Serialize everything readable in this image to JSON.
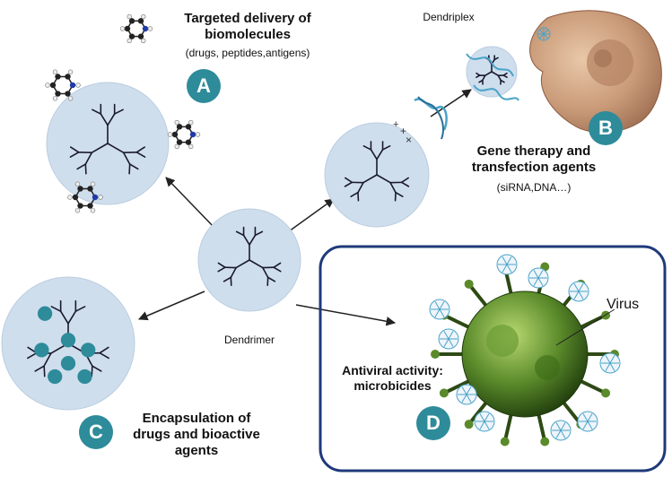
{
  "sections": {
    "a": {
      "badge": "A",
      "title_line1": "Targeted delivery of",
      "title_line2": "biomolecules",
      "subtitle": "(drugs, peptides,antigens)"
    },
    "b": {
      "badge": "B",
      "dendriplex_label": "Dendriplex",
      "title_line1": "Gene therapy and",
      "title_line2": "transfection agents",
      "subtitle": "(siRNA,DNA…)"
    },
    "c": {
      "badge": "C",
      "title_line1": "Encapsulation of",
      "title_line2": "drugs and bioactive",
      "title_line3": "agents"
    },
    "d": {
      "badge": "D",
      "title_line1": "Antiviral activity:",
      "title_line2": "microbicides",
      "virus_label": "Virus"
    },
    "center": {
      "label": "Dendrimer"
    }
  },
  "colors": {
    "dendrimer_fill": "#cfdeed",
    "branch": "#1a1a2e",
    "accent_teal": "#2e8b9a",
    "box_border": "#1f3a7a",
    "virus_green": "#5a8a2a",
    "cell": "#c99a78",
    "dna": "#4aa3c8"
  },
  "icons": [
    "dendrimer-icon",
    "molecule-icon",
    "dna-icon",
    "cell-icon",
    "virus-icon",
    "snowflake-dendrimer-icon"
  ]
}
